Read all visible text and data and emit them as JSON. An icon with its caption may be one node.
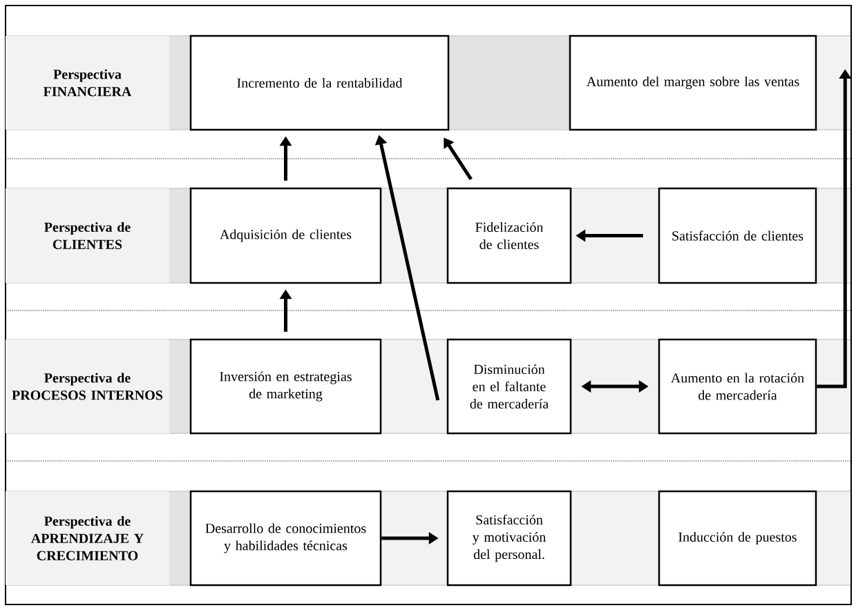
{
  "diagram": {
    "nodes": [
      {
        "text": [
          "Perspectiva FINANCIERA"
        ]
      },
      {
        "text": [
          "Incremento de la rentabilidad"
        ]
      },
      {
        "text": [
          "Aumento del margen sobre las ventas"
        ]
      },
      {
        "text": [
          "Perspectiva de CLIENTES"
        ]
      },
      {
        "text": [
          "Adquisición de clientes"
        ]
      },
      {
        "text": [
          "Fidelización de clientes"
        ]
      },
      {
        "text": [
          "Satisfacción de clientes"
        ]
      },
      {
        "text": [
          "Perspectiva de PROCESOS INTERNOS"
        ]
      },
      {
        "text": [
          "Inversión en estrategias de marketing"
        ]
      },
      {
        "text": [
          "Disminución en el faltante de mercadería"
        ]
      },
      {
        "text": [
          "Aumento en la rotación de mercadería"
        ]
      },
      {
        "text": [
          "Perspectiva de APRENDIZAJE Y CRECIMIENTO"
        ]
      },
      {
        "text": [
          "Desarrollo de conocimientos y habilidades técnicas"
        ]
      },
      {
        "text": [
          "Satisfacción y motivación del personal."
        ]
      },
      {
        "text": [
          "Inducción de puestos"
        ]
      }
    ],
    "edges": [
      {
        "from": 4,
        "to": 1,
        "arrow": "to"
      },
      {
        "from": 5,
        "to": 1,
        "arrow": "to"
      },
      {
        "from": 6,
        "to": 5,
        "arrow": "to"
      },
      {
        "from": 8,
        "to": 4,
        "arrow": "to"
      },
      {
        "from": 9,
        "to": 1,
        "arrow": "to"
      },
      {
        "from": 9,
        "to": 10,
        "arrow": "both"
      },
      {
        "from": 10,
        "to": 2,
        "arrow": "to"
      },
      {
        "from": 12,
        "to": 13,
        "arrow": "to"
      }
    ]
  }
}
